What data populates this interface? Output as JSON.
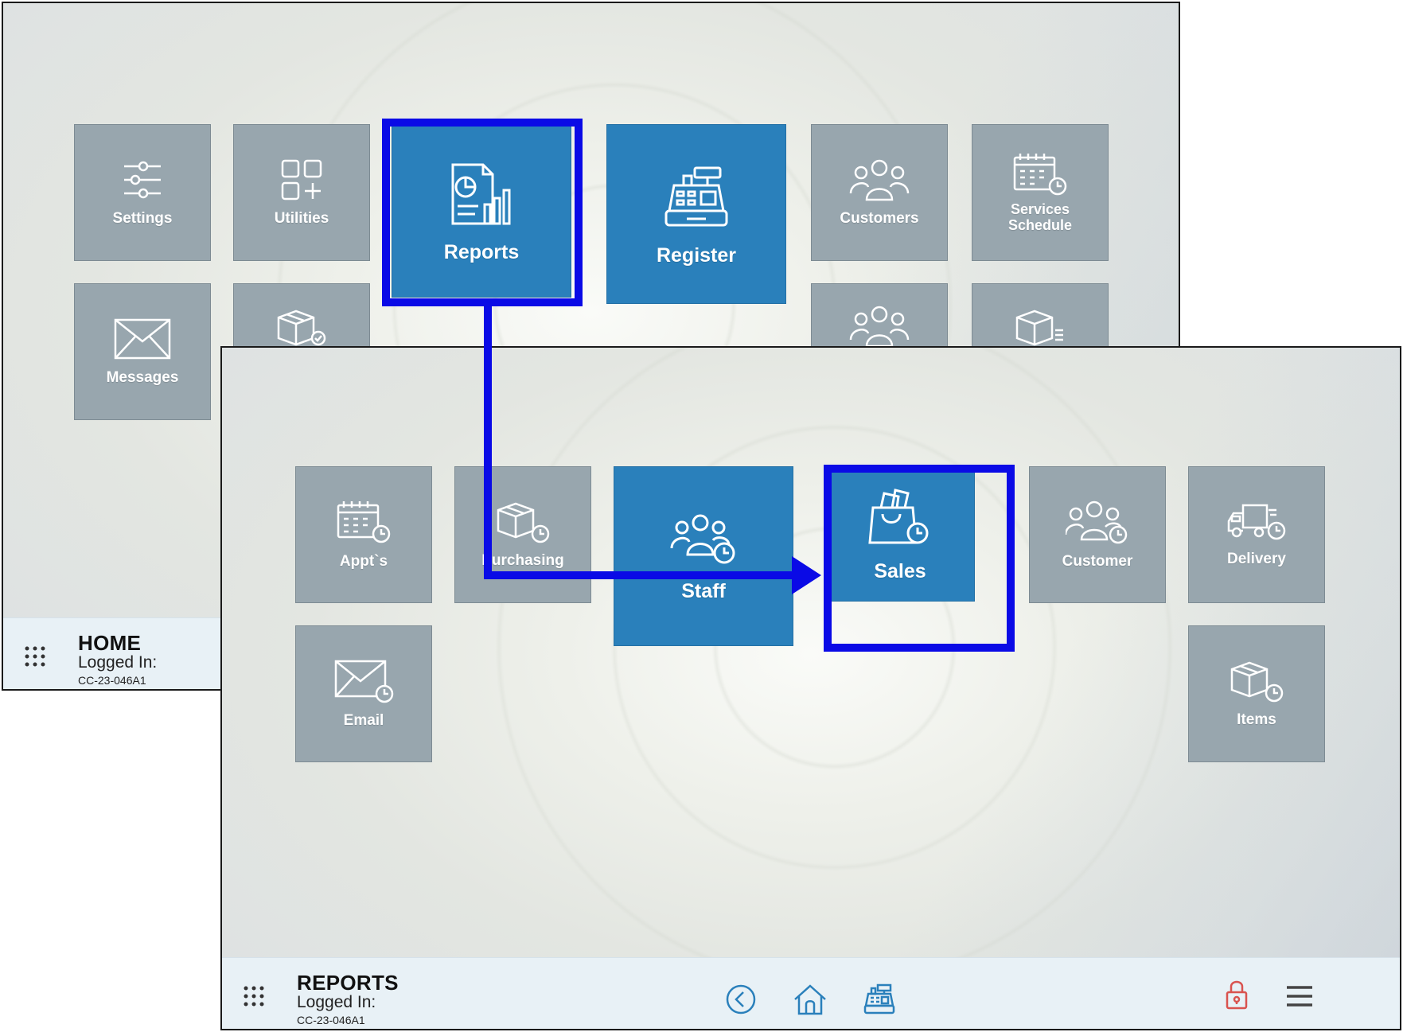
{
  "home": {
    "tiles": {
      "settings": "Settings",
      "utilities": "Utilities",
      "reports": "Reports",
      "register": "Register",
      "customers": "Customers",
      "services_schedule_line1": "Services",
      "services_schedule_line2": "Schedule",
      "messages": "Messages"
    },
    "footer": {
      "page_name": "HOME",
      "logged_in_label": "Logged In:",
      "station_id": "CC-23-046A1"
    }
  },
  "reports": {
    "tiles": {
      "appts": "Appt`s",
      "purchasing": "Purchasing",
      "staff": "Staff",
      "sales": "Sales",
      "customer": "Customer",
      "delivery": "Delivery",
      "email": "Email",
      "items": "Items"
    },
    "footer": {
      "page_name": "REPORTS",
      "logged_in_label": "Logged In:",
      "station_id": "CC-23-046A1"
    }
  },
  "colors": {
    "tile_gray": "#98a6ae",
    "tile_blue": "#2a80bb",
    "highlight": "#0a0ae6",
    "footer_bg": "#e8f1f6",
    "lock_red": "#d9534f",
    "nav_blue": "#2a80bb"
  }
}
